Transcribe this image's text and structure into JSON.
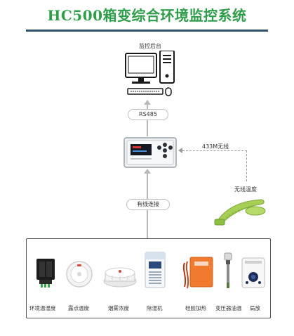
{
  "title": "HC500箱变综合环境监控系统",
  "backend_label": "监控后台",
  "rs485_label": "RS485",
  "wireless_link_label": "433M无线",
  "wireless_temp_label": "无线温度",
  "wired_label": "有线连接",
  "devices": [
    {
      "label": "环境温湿度",
      "icon": "temperature-humidity-sensor-icon"
    },
    {
      "label": "露点温度",
      "icon": "dew-point-sensor-icon"
    },
    {
      "label": "烟雾浓度",
      "icon": "smoke-detector-icon"
    },
    {
      "label": "除湿机",
      "icon": "dehumidifier-icon"
    },
    {
      "label": "硅胶加热",
      "icon": "silicone-heater-icon"
    },
    {
      "label": "变压器油温",
      "icon": "transformer-oil-temp-sensor-icon"
    },
    {
      "label": "局放",
      "icon": "partial-discharge-sensor-icon"
    }
  ],
  "colors": {
    "title": "#2f9d4a",
    "rule": "#2f5068",
    "heater": "#f07a2e"
  }
}
